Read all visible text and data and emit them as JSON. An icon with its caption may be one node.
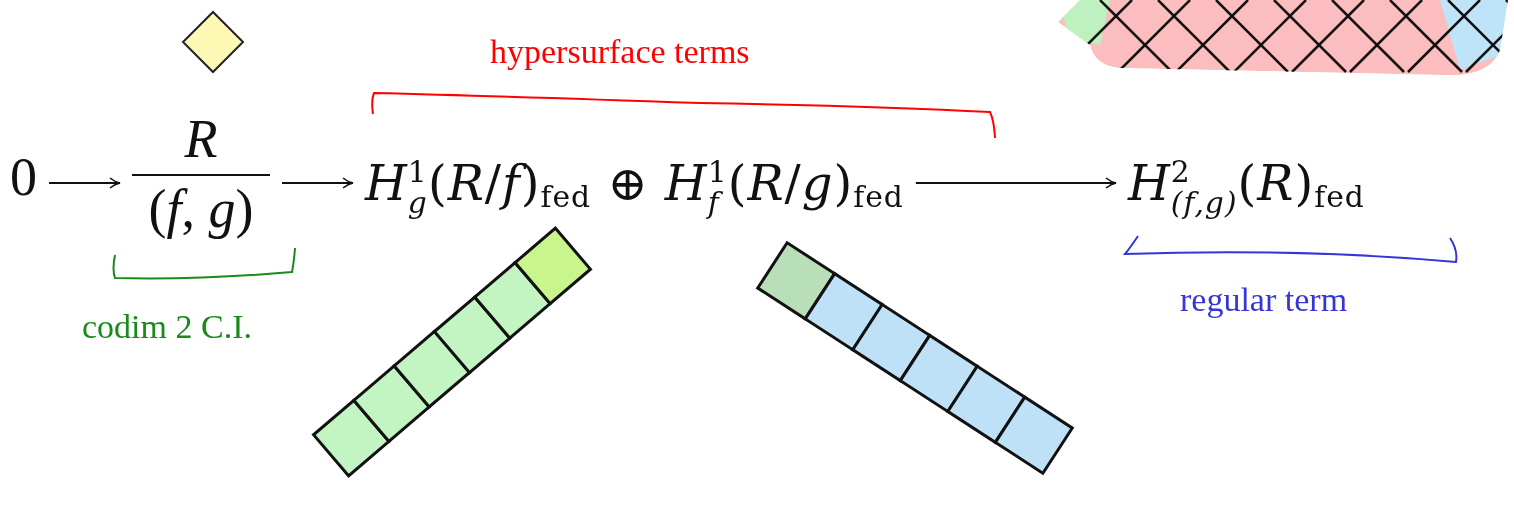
{
  "diagram": {
    "nodes": [
      {
        "text": [
          "0"
        ]
      },
      {
        "text": [
          "R",
          "(*f*, *g*)"
        ]
      },
      {
        "text": [
          "*H*$^{1}$$_{g}$(*R*/*f*)$_{fed}$ ⊕ *H*$^{1}$$_{f}$(*R*/*g*)$_{fed}$"
        ]
      },
      {
        "text": [
          "*H*$^{2}$$_{(f,g)}$(*R*)$_{fed}$"
        ]
      }
    ],
    "edges": [
      {
        "from": 0,
        "to": 1,
        "arrow": "to"
      },
      {
        "from": 1,
        "to": 2,
        "arrow": "to"
      },
      {
        "from": 2,
        "to": 3,
        "arrow": "to"
      }
    ],
    "labels": [
      "hypersurface terms",
      "codim 2 C.I.",
      "regular term"
    ]
  }
}
